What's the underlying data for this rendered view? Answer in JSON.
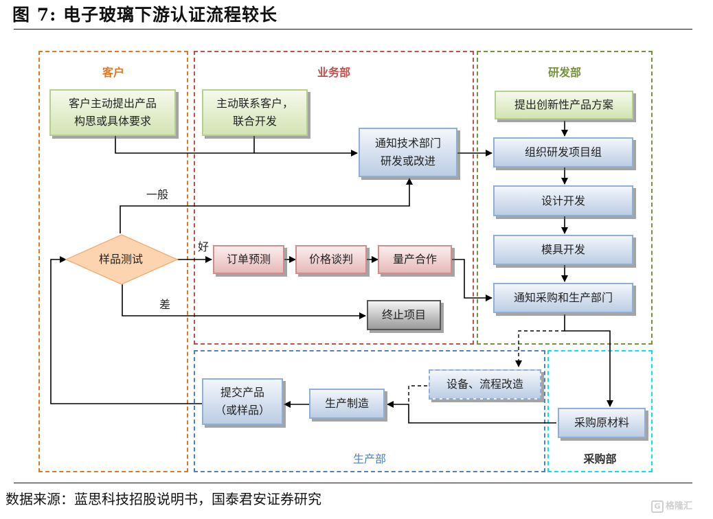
{
  "figure": {
    "title": "图 7:  电子玻璃下游认证流程较长",
    "source": "数据来源：蓝思科技招股说明书，国泰君安证券研究",
    "watermark": "格隆汇",
    "watermark_icon": "G"
  },
  "zones": {
    "customer": {
      "label": "客户",
      "color": "#e07820"
    },
    "sales": {
      "label": "业务部",
      "color": "#c0504d"
    },
    "rnd": {
      "label": "研发部",
      "color": "#76923c"
    },
    "production": {
      "label": "生产部",
      "color": "#4f81bd"
    },
    "procurement": {
      "label": "采购部",
      "color": "#00e5ee"
    }
  },
  "nodes": {
    "customer_request": "客户主动提出产品\n构思或具体要求",
    "contact_customer": "主动联系客户，\n联合开发",
    "notify_tech": "通知技术部门\n研发或改进",
    "propose_solution": "提出创新性产品方案",
    "organize_team": "组织研发项目组",
    "design_dev": "设计开发",
    "mold_dev": "模具开发",
    "notify_procurement": "通知采购和生产部门",
    "sample_test": "样品测试",
    "order_forecast": "订单预测",
    "price_negotiation": "价格谈判",
    "mass_production": "量产合作",
    "terminate": "终止项目",
    "equipment_retrofit": "设备、流程改造",
    "manufacturing": "生产制造",
    "submit_product": "提交产品\n（或样品）",
    "purchase_materials": "采购原材料"
  },
  "edge_labels": {
    "general": "一般",
    "good": "好",
    "poor": "差"
  }
}
